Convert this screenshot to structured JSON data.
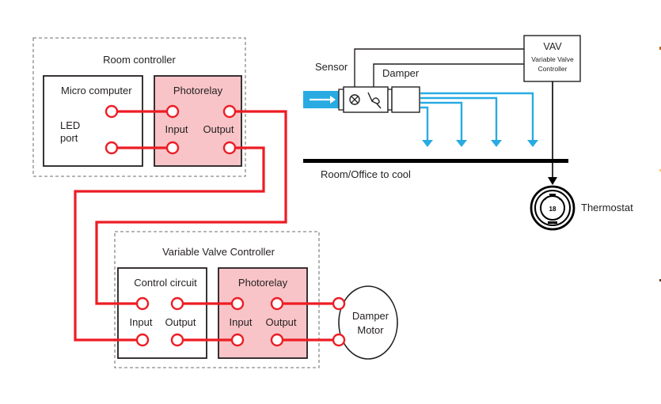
{
  "colors": {
    "wire": "#ed1c24",
    "relay_fill": "#f8c4c8",
    "air_flow": "#29abe2",
    "line": "#231f20",
    "dashed_border": "#8a8a8a"
  },
  "room_controller": {
    "title": "Room controller",
    "micro_computer": {
      "title": "Micro computer",
      "port_label_line1": "LED",
      "port_label_line2": "port"
    },
    "photorelay": {
      "title": "Photorelay",
      "input_label": "Input",
      "output_label": "Output"
    }
  },
  "variable_valve_controller": {
    "title": "Variable Valve Controller",
    "control_circuit": {
      "title": "Control circuit",
      "input_label": "Input",
      "output_label": "Output"
    },
    "photorelay": {
      "title": "Photorelay",
      "input_label": "Input",
      "output_label": "Output"
    }
  },
  "damper_motor": {
    "line1": "Damper",
    "line2": "Motor"
  },
  "hvac": {
    "sensor_label": "Sensor",
    "damper_label": "Damper",
    "vav_title": "VAV",
    "vav_subtitle_line1": "Variable Valve",
    "vav_subtitle_line2": "Controller",
    "room_label": "Room/Office to cool",
    "thermostat_label": "Thermostat",
    "thermostat_display": "18"
  }
}
